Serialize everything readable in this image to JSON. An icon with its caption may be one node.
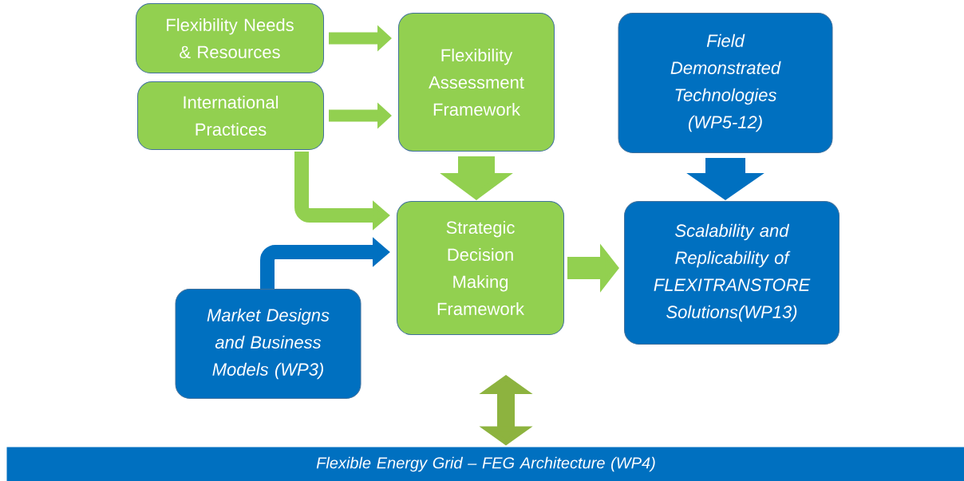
{
  "diagram": {
    "nodes": [
      {
        "text": [
          "Flexibility Needs & Resources"
        ]
      },
      {
        "text": [
          "International Practices"
        ]
      },
      {
        "text": [
          "Flexibility Assessment Framework"
        ]
      },
      {
        "text": [
          "Field Demonstrated Technologies (WP5-12)"
        ]
      },
      {
        "text": [
          "Strategic Decision Making Framework"
        ]
      },
      {
        "text": [
          "Scalability and Replicability of FLEXITRANSTORE Solutions(WP13)"
        ]
      },
      {
        "text": [
          "Market Designs and Business Models (WP3)"
        ]
      },
      {
        "text": [
          "Flexible Energy Grid – FEG Architecture (WP4)"
        ]
      }
    ],
    "edges": [
      {
        "from": 0,
        "to": 2,
        "arrow": "to"
      },
      {
        "from": 1,
        "to": 2,
        "arrow": "to"
      },
      {
        "from": 2,
        "to": 4,
        "arrow": "to",
        "style": "thick"
      },
      {
        "from": 1,
        "to": 4,
        "arrow": "to"
      },
      {
        "from": 6,
        "to": 4,
        "arrow": "to",
        "color": "#0070c0"
      },
      {
        "from": 4,
        "to": 5,
        "arrow": "to"
      },
      {
        "from": 3,
        "to": 5,
        "arrow": "to",
        "style": "thick",
        "color": "#0070c0"
      },
      {
        "from": 4,
        "to": 7,
        "arrow": "both",
        "color": "#8db33f"
      }
    ]
  }
}
